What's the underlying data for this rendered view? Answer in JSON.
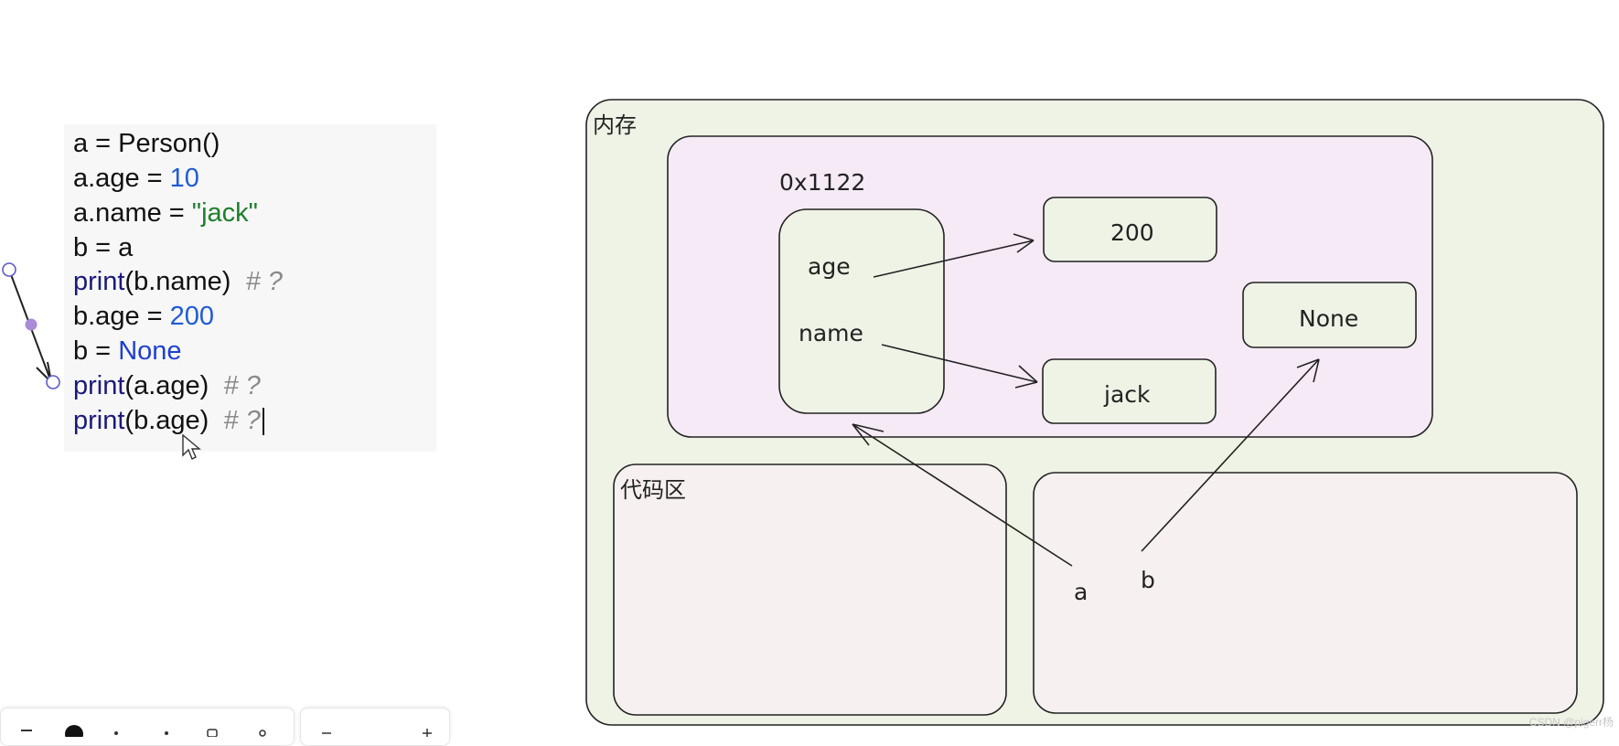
{
  "code": {
    "lines": [
      [
        {
          "t": "a = Person()",
          "c": "default"
        }
      ],
      [
        {
          "t": "a.age = ",
          "c": "default"
        },
        {
          "t": "10",
          "c": "num"
        }
      ],
      [
        {
          "t": "a.name = ",
          "c": "default"
        },
        {
          "t": "\"jack\"",
          "c": "str"
        }
      ],
      [
        {
          "t": "b = a",
          "c": "default"
        }
      ],
      [
        {
          "t": "print",
          "c": "call"
        },
        {
          "t": "(b.name)  ",
          "c": "default"
        },
        {
          "t": "# ?",
          "c": "comment"
        }
      ],
      [
        {
          "t": "b.age = ",
          "c": "default"
        },
        {
          "t": "200",
          "c": "num"
        }
      ],
      [
        {
          "t": "b = ",
          "c": "default"
        },
        {
          "t": "None",
          "c": "kw"
        }
      ],
      [
        {
          "t": "print",
          "c": "call"
        },
        {
          "t": "(a.age)  ",
          "c": "default"
        },
        {
          "t": "# ?",
          "c": "comment"
        }
      ],
      [
        {
          "t": "print",
          "c": "call"
        },
        {
          "t": "(b.age)  ",
          "c": "default"
        },
        {
          "t": "# ?",
          "c": "comment"
        }
      ]
    ]
  },
  "diagram": {
    "memory_label": "内存",
    "code_area_label": "代码区",
    "object_address": "0x1122",
    "attr_age": "age",
    "attr_name": "name",
    "value_200": "200",
    "value_jack": "jack",
    "value_none": "None",
    "var_a": "a",
    "var_b": "b"
  },
  "colors": {
    "memory_bg": "#eef3e6",
    "heap_bg": "#f5eaf6",
    "object_bg": "#eef3e6",
    "lower_box_bg": "#f7f0f0",
    "stroke": "#222222"
  },
  "watermark": "CSDN @pigerr杨"
}
